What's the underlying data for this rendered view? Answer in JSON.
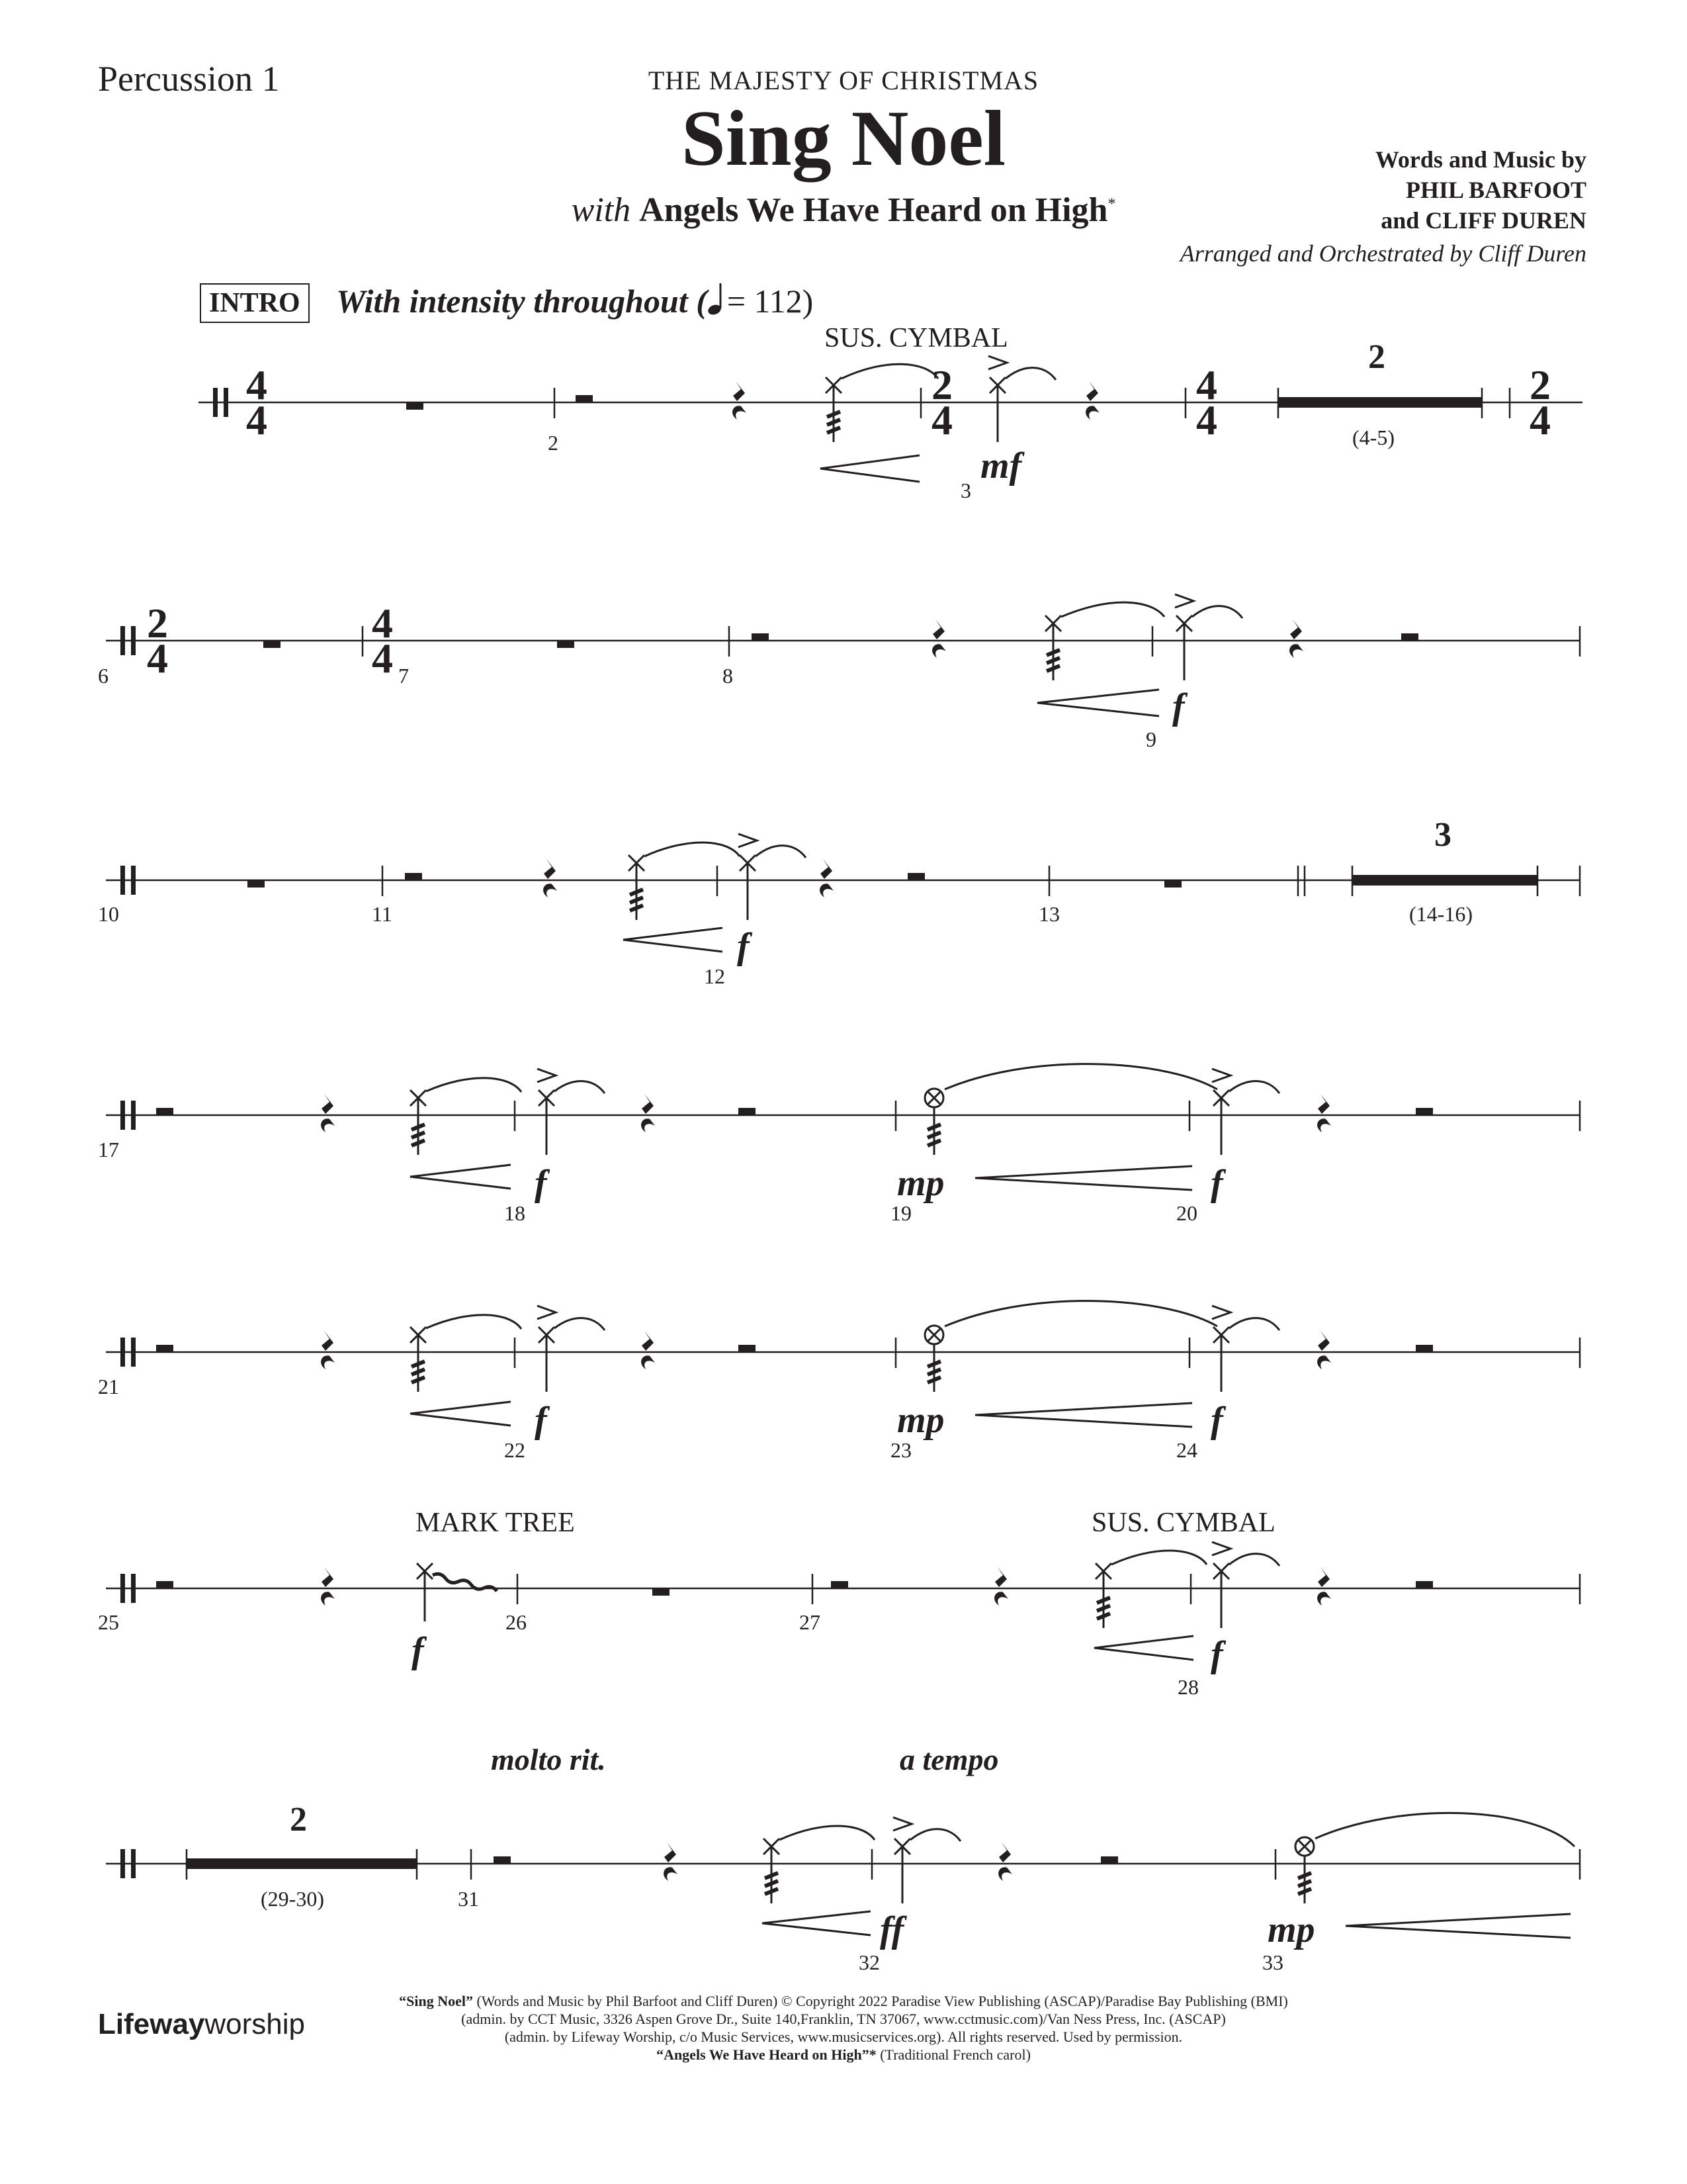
{
  "header": {
    "part": "Percussion 1",
    "series": "THE MAJESTY OF CHRISTMAS",
    "title": "Sing Noel",
    "subtitle_with": "with",
    "subtitle_song": "Angels We Have Heard on High",
    "subtitle_mark": "*",
    "credits_line1": "Words and Music by",
    "credits_line2": "PHIL BARFOOT",
    "credits_line3": "and CLIFF DUREN",
    "arranged": "Arranged and Orchestrated by Cliff Duren"
  },
  "intro": {
    "box": "INTRO",
    "tempo_text": "With intensity throughout (",
    "tempo_value": "= 112)"
  },
  "instruments": {
    "sus_cymbal_1": "SUS. CYMBAL",
    "mark_tree": "MARK TREE",
    "sus_cymbal_2": "SUS. CYMBAL"
  },
  "expressions": {
    "molto_rit": "molto rit.",
    "a_tempo": "a tempo"
  },
  "measure_numbers": [
    "2",
    "3",
    "6",
    "7",
    "8",
    "9",
    "10",
    "11",
    "12",
    "13",
    "17",
    "18",
    "19",
    "20",
    "21",
    "22",
    "23",
    "24",
    "25",
    "26",
    "27",
    "28",
    "31",
    "32",
    "33"
  ],
  "multirests": [
    {
      "count": "2",
      "range": "(4-5)"
    },
    {
      "count": "3",
      "range": "(14-16)"
    },
    {
      "count": "2",
      "range": "(29-30)"
    }
  ],
  "dynamics": {
    "mf": "mf",
    "f": "f",
    "mp": "mp",
    "ff": "ff"
  },
  "time_signatures": {
    "four": "4",
    "two": "2"
  },
  "footer": {
    "line1_title": "“Sing Noel”",
    "line1_rest": " (Words and Music by Phil Barfoot and Cliff Duren) © Copyright 2022 Paradise View Publishing (ASCAP)/Paradise Bay Publishing (BMI)",
    "line2": "(admin. by CCT Music, 3326 Aspen Grove Dr., Suite 140,Franklin, TN 37067, www.cctmusic.com)/Van Ness Press, Inc. (ASCAP)",
    "line3": "(admin. by Lifeway Worship, c/o Music Services, www.musicservices.org). All rights reserved. Used by permission.",
    "line4_title": "“Angels We Have Heard on High”*",
    "line4_rest": "  (Traditional French carol)"
  },
  "logo": {
    "brand": "Lifeway",
    "product": "worship"
  }
}
